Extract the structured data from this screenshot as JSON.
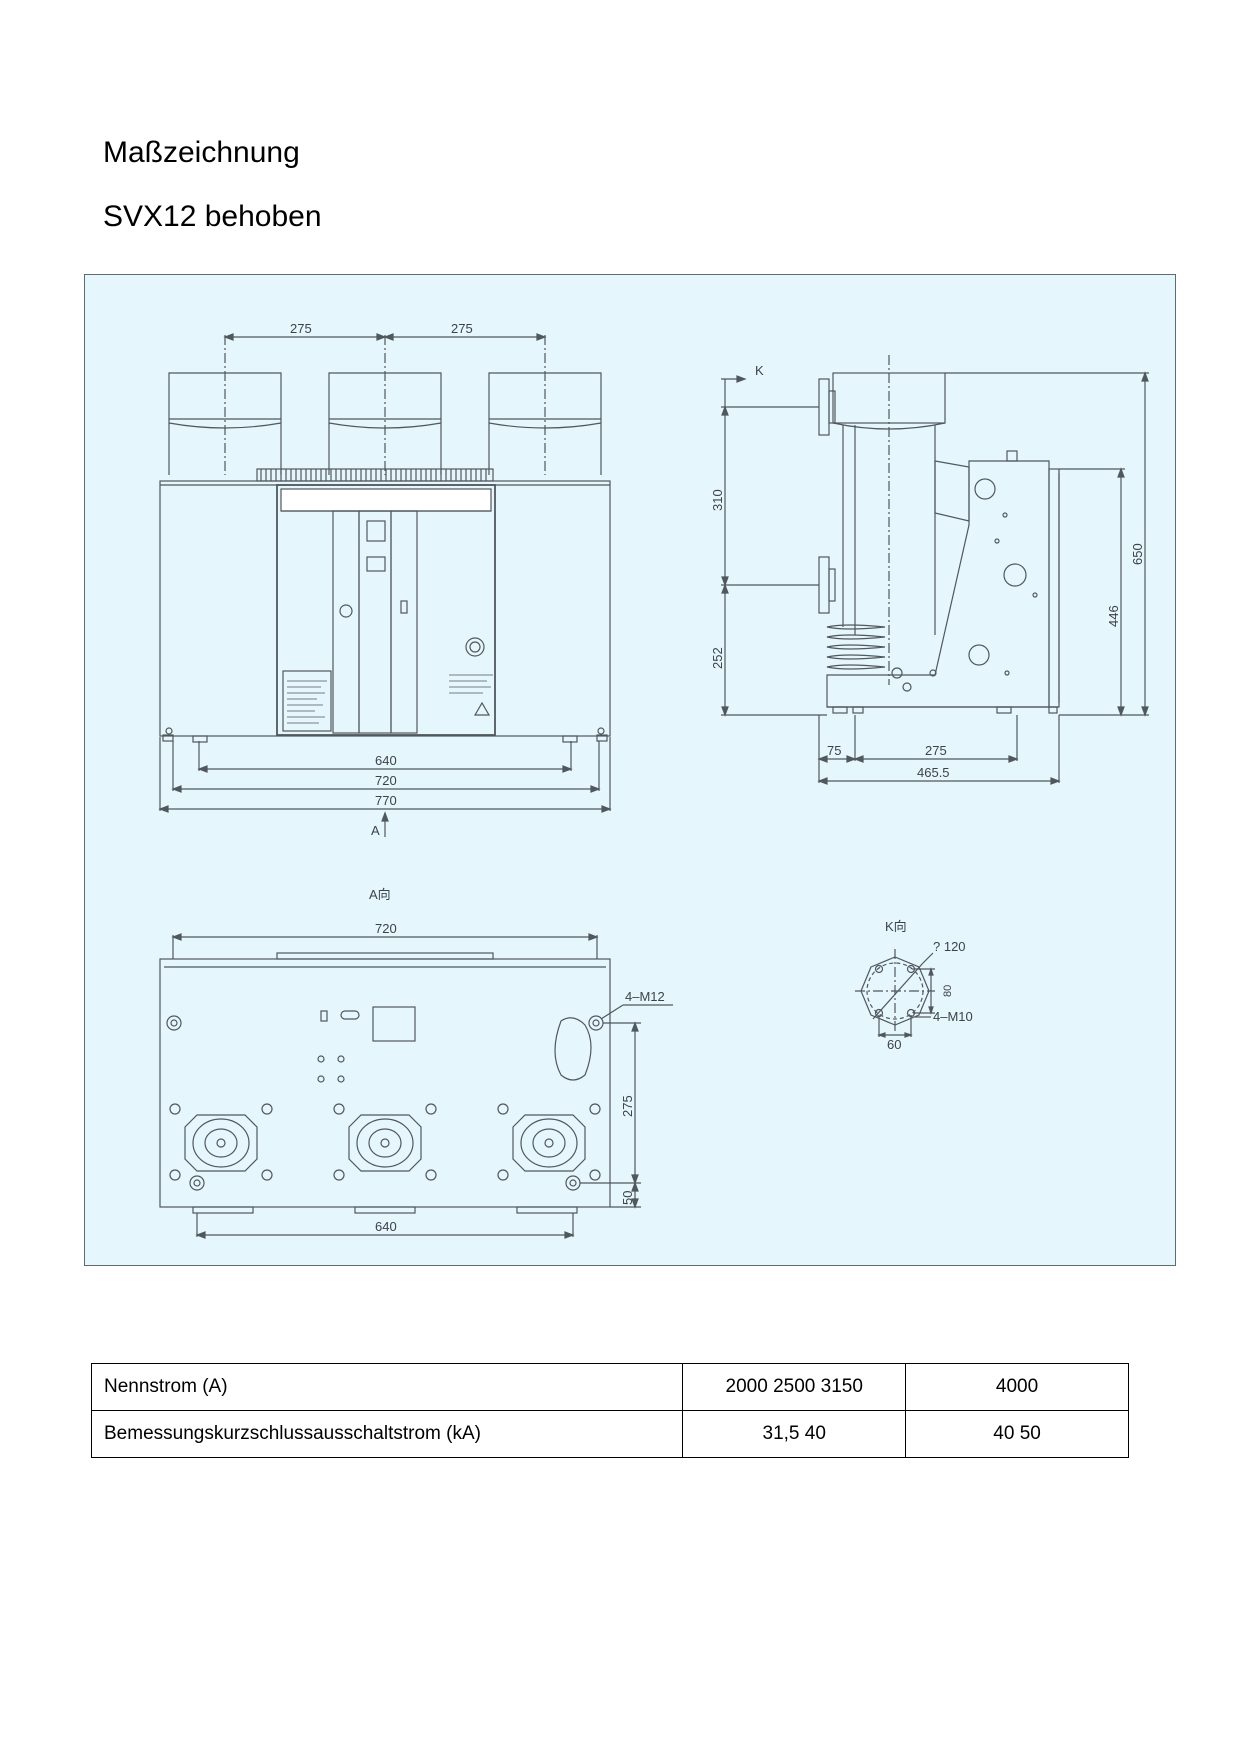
{
  "headings": {
    "title": "Maßzeichnung",
    "subtitle": "SVX12 behoben"
  },
  "drawing": {
    "front_dims": {
      "top_left": "275",
      "top_right": "275",
      "w640": "640",
      "w720": "720",
      "w770": "770",
      "view_marker": "A"
    },
    "side_dims": {
      "k_marker": "K",
      "h310": "310",
      "h252": "252",
      "h650": "650",
      "h446": "446",
      "w75": "75",
      "w275": "275",
      "w465": "465.5"
    },
    "bottom_view": {
      "label": "A向",
      "w720": "720",
      "w640": "640",
      "h275": "275",
      "h50": "50",
      "bolt": "4–M12"
    },
    "k_view": {
      "label": "K向",
      "dia": "? 120",
      "h80": "80",
      "w60": "60",
      "bolt": "4–M10"
    }
  },
  "table": {
    "rows": [
      {
        "label": "Nennstrom (A)",
        "v1": "2000 2500 3150",
        "v2": "4000"
      },
      {
        "label": "Bemessungskurzschlussausschaltstrom (kA)",
        "v1": "31,5 40",
        "v2": "40 50"
      }
    ]
  }
}
